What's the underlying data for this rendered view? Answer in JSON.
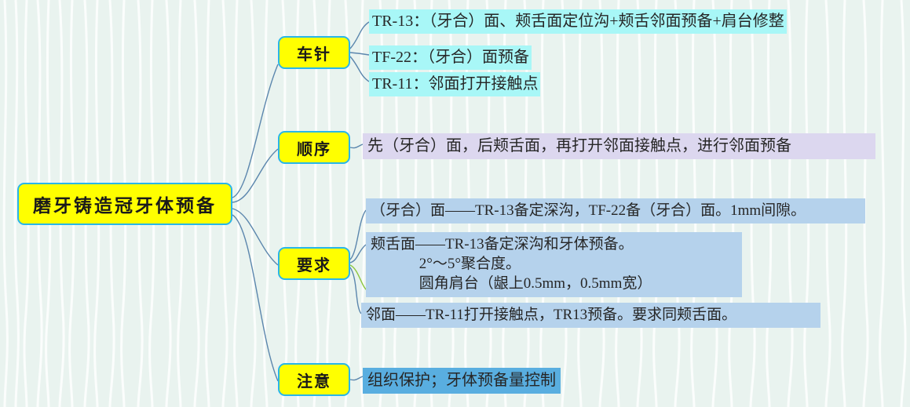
{
  "diagram": {
    "type": "mind-map",
    "title": "磨牙铸造冠牙体预备",
    "root": {
      "label": "磨牙铸造冠牙体预备"
    },
    "colors": {
      "background": "#e9f3ef",
      "node_fill": "#ffff00",
      "node_border": "#29b6e8",
      "connector": "#5b86ad",
      "connector_alt": "#8cc63f",
      "highlight_cyan": "#a8f7f7",
      "highlight_lavender": "#dcd7ef",
      "highlight_steel": "#b5d2ec",
      "highlight_blue": "#59aee0",
      "text": "#262626"
    },
    "branches": [
      {
        "id": "chezhen",
        "label": "车针",
        "items": [
          {
            "id": "tr13",
            "text": "TR-13：（牙合）面、颊舌面定位沟+颊舌邻面预备+肩台修整",
            "highlight": "cyan"
          },
          {
            "id": "tf22",
            "text": "TF-22：（牙合）面预备",
            "highlight": "cyan"
          },
          {
            "id": "tr11",
            "text": "TR-11：邻面打开接触点",
            "highlight": "cyan"
          }
        ]
      },
      {
        "id": "shunxu",
        "label": "顺序",
        "items": [
          {
            "id": "shunxu-1",
            "text": "先（牙合）面，后颊舌面，再打开邻面接触点，进行邻面预备",
            "highlight": "lavender"
          }
        ]
      },
      {
        "id": "yaoqiu",
        "label": "要求",
        "items": [
          {
            "id": "yaoqiu-1",
            "text": "（牙合）面——TR-13备定深沟，TF-22备（牙合）面。1mm间隙。",
            "highlight": "steel"
          },
          {
            "id": "yaoqiu-2",
            "text": "颊舌面——TR-13备定深沟和牙体预备。\n             2°～5°聚合度。\n             圆角肩台（龈上0.5mm，0.5mm宽）",
            "highlight": "steel"
          },
          {
            "id": "yaoqiu-3",
            "text": "邻面——TR-11打开接触点，TR13预备。要求同颊舌面。",
            "highlight": "steel"
          }
        ]
      },
      {
        "id": "zhuyi",
        "label": "注意",
        "items": [
          {
            "id": "zhuyi-1",
            "text": "组织保护；牙体预备量控制",
            "highlight": "blue"
          }
        ]
      }
    ]
  }
}
